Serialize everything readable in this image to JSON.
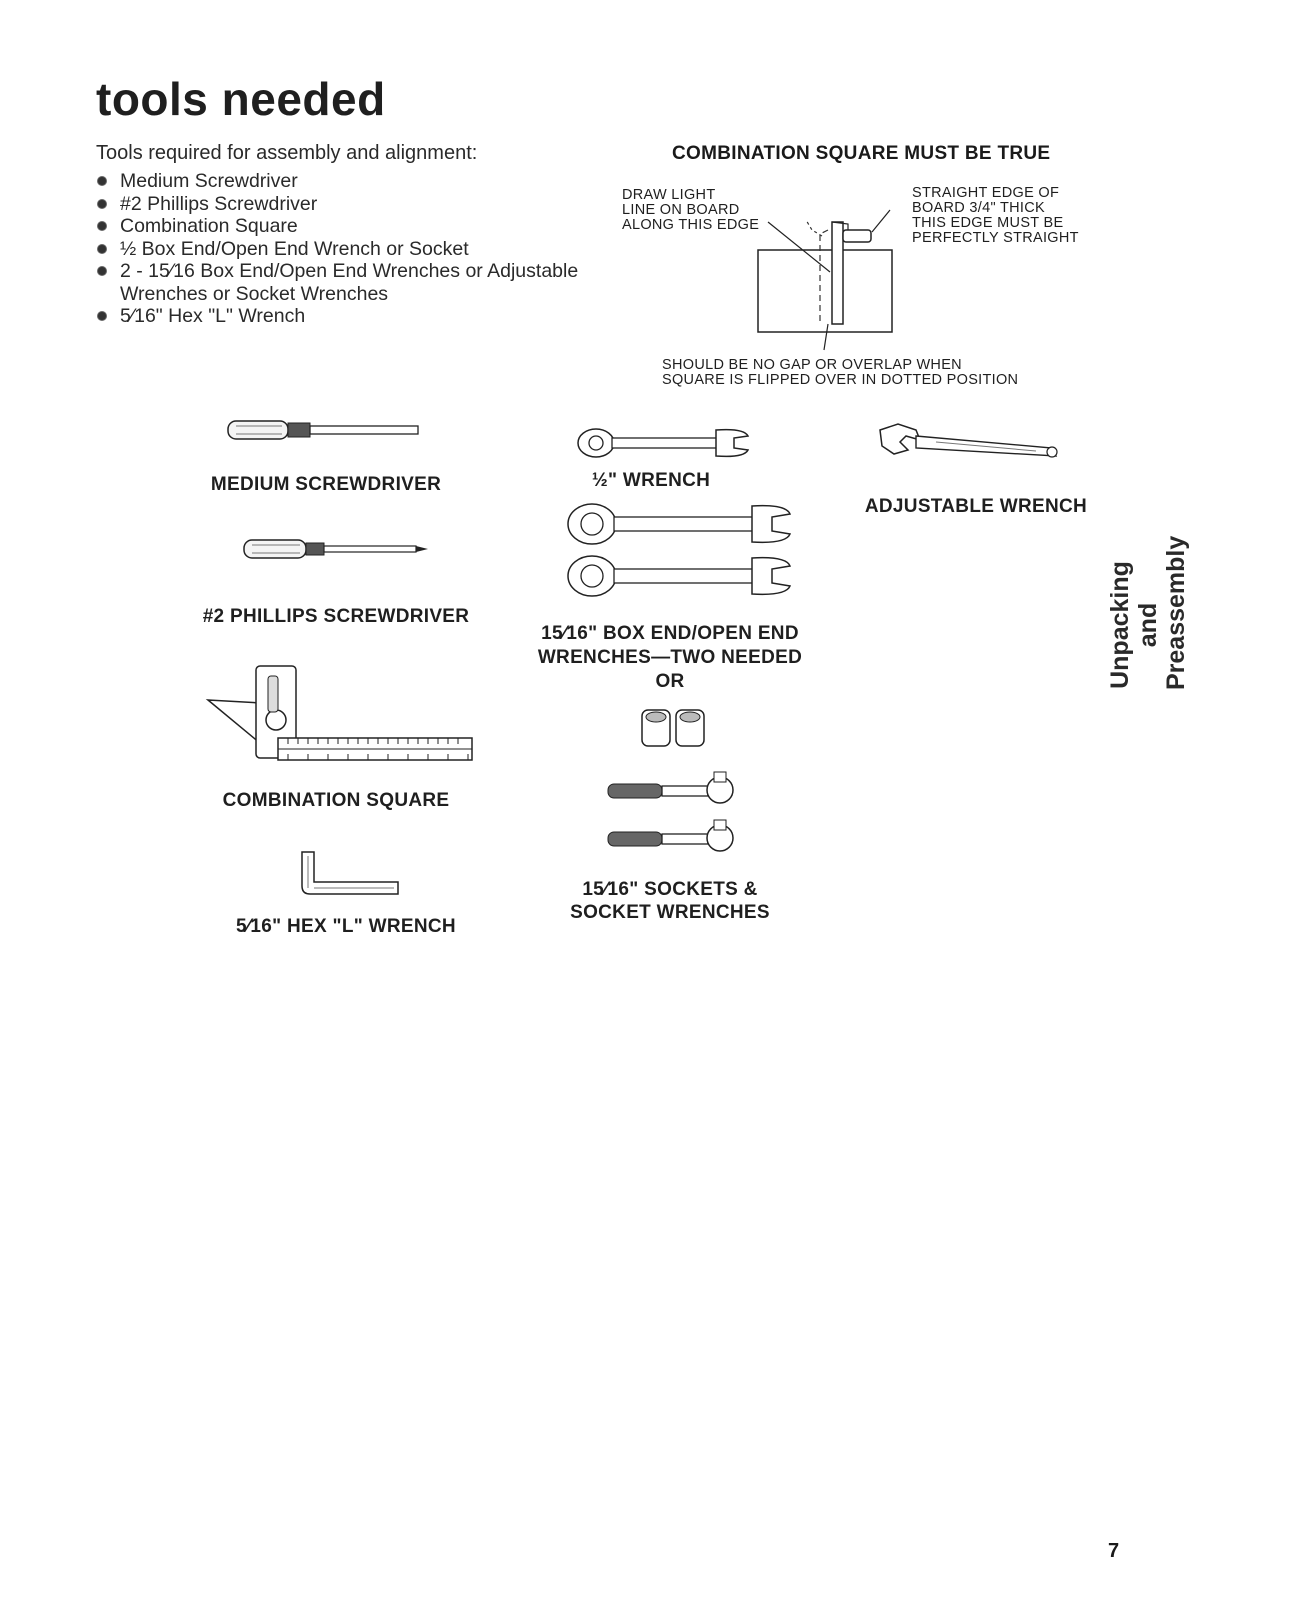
{
  "heading": "tools needed",
  "intro": "Tools required for assembly and alignment:",
  "tool_list": [
    "Medium Screwdriver",
    "#2 Phillips Screwdriver",
    "Combination Square",
    "½ Box End/Open End Wrench or Socket",
    "2 - 15⁄16 Box End/Open End Wrenches or Adjustable Wrenches or Socket Wrenches",
    "5⁄16\" Hex \"L\" Wrench"
  ],
  "combination_square_diagram": {
    "title": "COMBINATION SQUARE MUST BE TRUE",
    "left_note": [
      "DRAW LIGHT",
      "LINE ON BOARD",
      "ALONG THIS EDGE"
    ],
    "right_note": [
      "STRAIGHT EDGE OF",
      "BOARD 3/4\" THICK",
      "THIS EDGE MUST BE",
      "PERFECTLY STRAIGHT"
    ],
    "bottom_note": [
      "SHOULD BE NO GAP OR OVERLAP WHEN",
      "SQUARE IS FLIPPED OVER IN DOTTED POSITION"
    ]
  },
  "tool_labels": {
    "medium_screwdriver": "MEDIUM SCREWDRIVER",
    "phillips_screwdriver": "#2 PHILLIPS SCREWDRIVER",
    "combination_square": "COMBINATION SQUARE",
    "hex_wrench": "5⁄16\" HEX \"L\" WRENCH",
    "half_wrench": "½\" WRENCH",
    "box_end_wrenches": [
      "15⁄16\" BOX END/OPEN END",
      "WRENCHES—TWO NEEDED",
      "OR"
    ],
    "sockets": [
      "15⁄16\" SOCKETS &",
      "SOCKET WRENCHES"
    ],
    "adjustable_wrench": "ADJUSTABLE WRENCH"
  },
  "side_tab": [
    "Unpacking and",
    "Preassembly"
  ],
  "page_number": "7"
}
